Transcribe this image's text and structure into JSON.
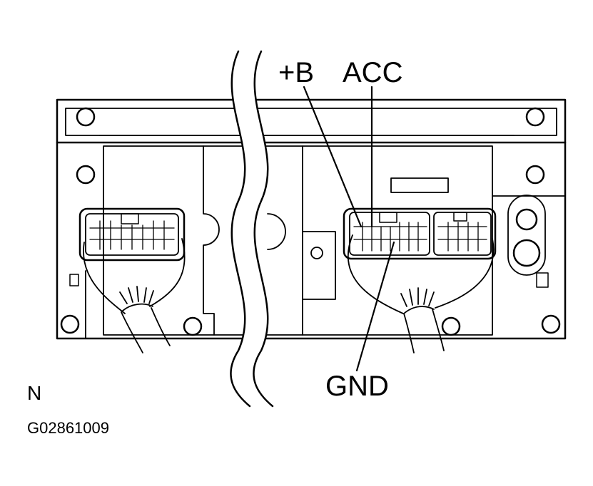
{
  "callouts": {
    "plus_b": "+B",
    "acc": "ACC",
    "gnd": "GND"
  },
  "view_letter": "N",
  "figure_code": "G02861009",
  "colors": {
    "line": "#000000",
    "background": "#ffffff"
  }
}
